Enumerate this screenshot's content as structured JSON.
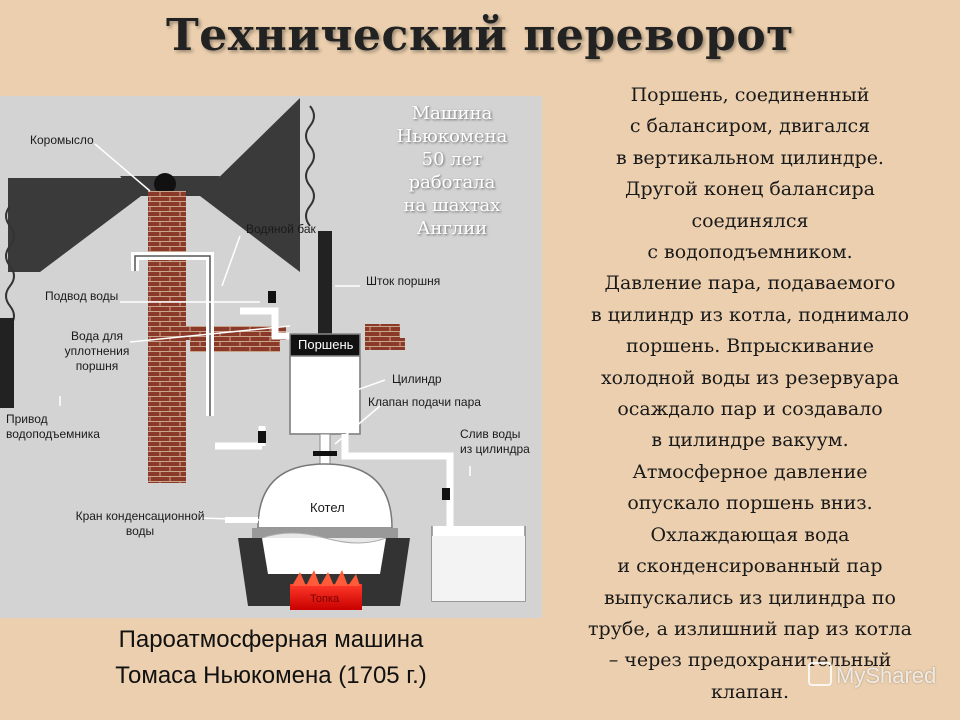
{
  "title": "Технический переворот",
  "diagram": {
    "note": [
      "Машина",
      "Ньюкомена",
      "50 лет",
      "работала",
      "на шахтах",
      "Англии"
    ],
    "labels": {
      "beam": "Коромысло",
      "water_tank": "Водяной бак",
      "water_supply": "Подвод воды",
      "piston_rod": "Шток поршня",
      "seal_water": [
        "Вода для",
        "уплотнения",
        "поршня"
      ],
      "piston": "Поршень",
      "cylinder": "Цилиндр",
      "steam_valve": "Клапан подачи пара",
      "pump_drive": [
        "Привод",
        "водоподъемника"
      ],
      "drain": [
        "Слив воды",
        "из цилиндра"
      ],
      "boiler": "Котел",
      "condense_tap": [
        "Кран конденсационной",
        "воды"
      ],
      "firebox": "Топка"
    }
  },
  "caption": [
    "Пароатмосферная машина",
    "Томаса Ньюкомена (1705 г.)"
  ],
  "body_lines": [
    "Поршень, соединенный",
    "с балансиром, двигался",
    "в вертикальном цилиндре.",
    "Другой конец балансира",
    "соединялся",
    "с водоподъемником.",
    "Давление пара, подаваемого",
    "в цилиндр из котла, поднимало",
    "поршень. Впрыскивание",
    "холодной воды из резервуара",
    "осаждало пар и создавало",
    "в цилиндре вакуум.",
    "Атмосферное давление",
    "опускало поршень вниз.",
    "Охлаждающая вода",
    "и сконденсированный пар",
    "выпускались из цилиндра по",
    "трубе, а излишний пар из котла",
    "– через предохранительный",
    "клапан."
  ],
  "watermark": "MyShared"
}
